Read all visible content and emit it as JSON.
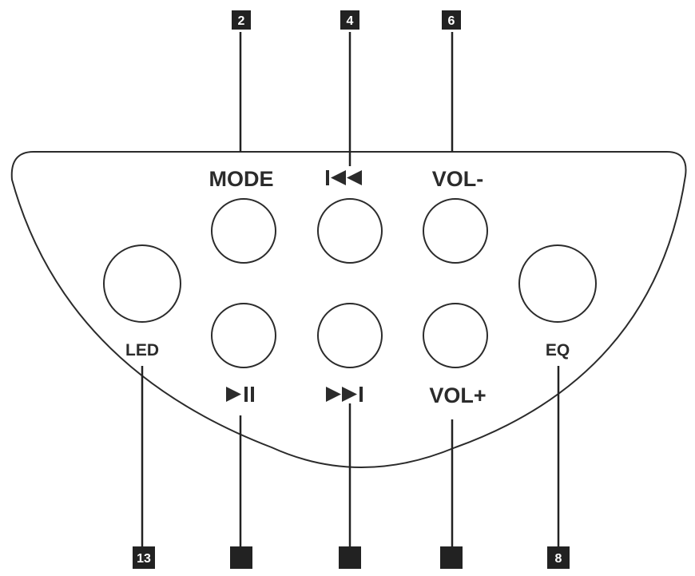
{
  "callouts": {
    "top": [
      "2",
      "4",
      "6"
    ],
    "bottom": [
      "13",
      "",
      "",
      "",
      "8"
    ]
  },
  "labels": {
    "mode": "MODE",
    "vol_minus": "VOL-",
    "vol_plus": "VOL+",
    "led": "LED",
    "eq": "EQ"
  },
  "icons": {
    "prev": "previous-track-icon",
    "play_pause": "play-pause-icon",
    "next": "next-track-icon"
  },
  "colors": {
    "ink": "#2b2b2b",
    "callout_fill": "#222222",
    "background": "#ffffff"
  }
}
